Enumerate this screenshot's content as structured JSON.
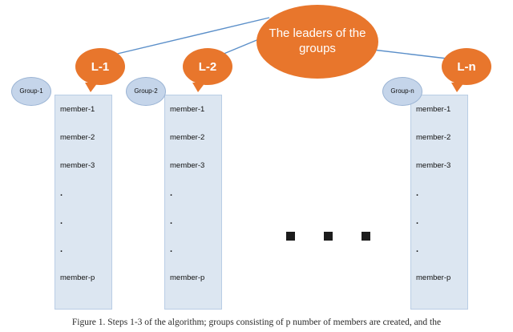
{
  "diagram": {
    "hub": {
      "label": "The leaders of the groups"
    },
    "leaders": [
      {
        "label": "L-1"
      },
      {
        "label": "L-2"
      },
      {
        "label": "L-n"
      }
    ],
    "groups": [
      {
        "label": "Group-1",
        "members": [
          "member-1",
          "member-2",
          "member-3",
          ".",
          ".",
          ".",
          "member-p"
        ]
      },
      {
        "label": "Group-2",
        "members": [
          "member-1",
          "member-2",
          "member-3",
          ".",
          ".",
          ".",
          "member-p"
        ]
      },
      {
        "label": "Group-n",
        "members": [
          "member-1",
          "member-2",
          "member-3",
          ".",
          ".",
          ".",
          "member-p"
        ]
      }
    ],
    "ellipsis_marker": "■ ■ ■",
    "colors": {
      "leader_fill": "#e8762c",
      "group_fill": "#dce6f1",
      "group_label_fill": "#c5d5ea",
      "connector": "#5b8fc9"
    }
  },
  "caption": {
    "text": "Figure 1.  Steps 1-3 of the algorithm; groups consisting of p number of members are created, and the"
  }
}
